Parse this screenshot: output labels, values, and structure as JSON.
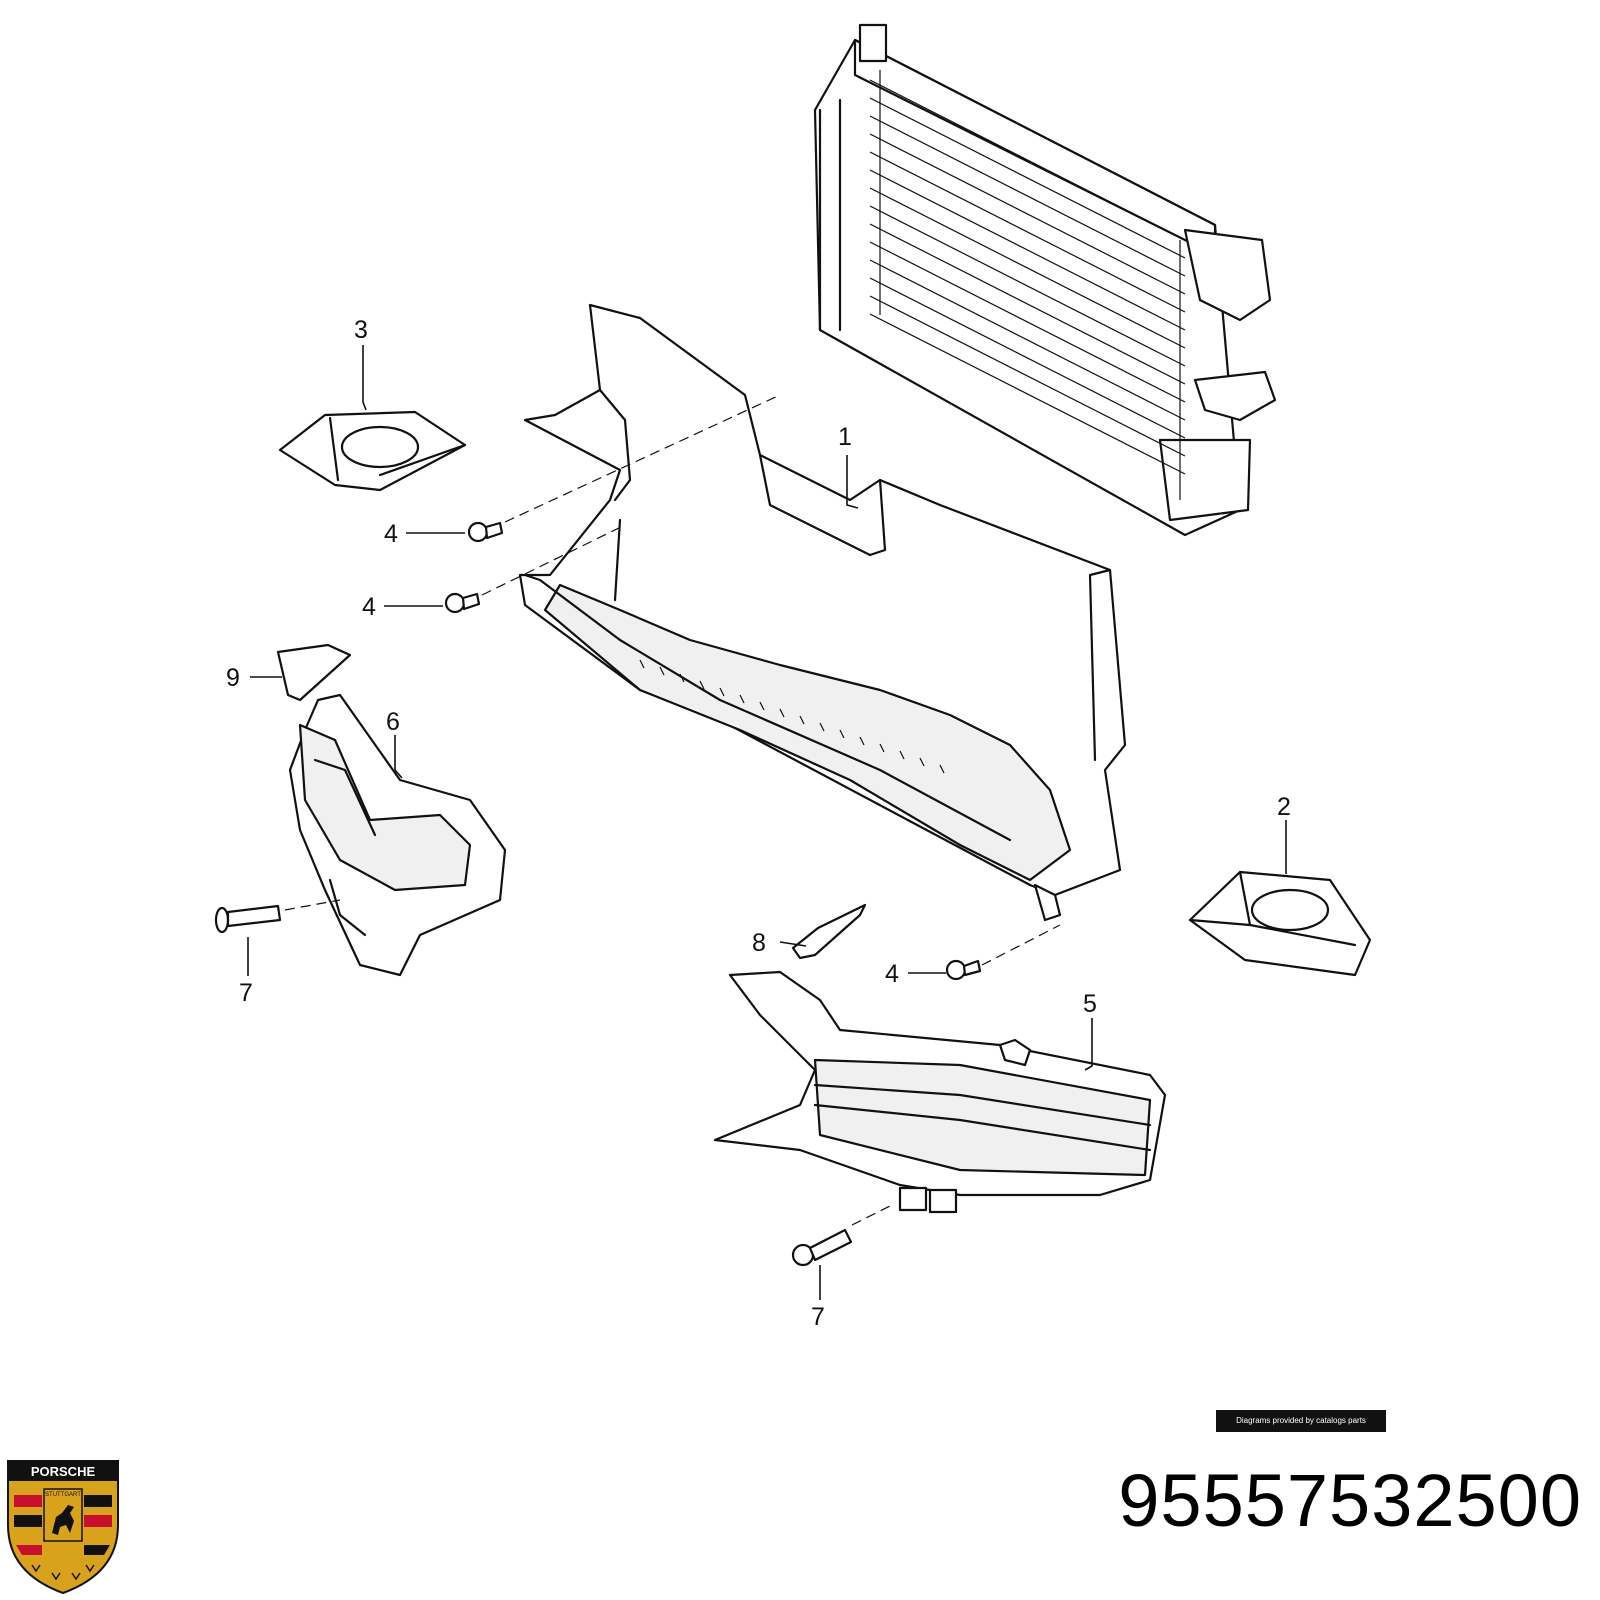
{
  "diagram": {
    "callouts": [
      "1",
      "2",
      "3",
      "4",
      "4",
      "4",
      "5",
      "6",
      "7",
      "7",
      "8",
      "9"
    ]
  },
  "footer": {
    "credit": "Diagrams provided by catalogs parts",
    "part_number": "95557532500"
  },
  "logo": {
    "icon": "porsche-crest-icon",
    "wordmark": "PORSCHE",
    "city": "STUTTGART"
  },
  "colors": {
    "line": "#111111",
    "crest_gold": "#d9a21b",
    "crest_red": "#c8102e",
    "crest_black": "#111111"
  }
}
